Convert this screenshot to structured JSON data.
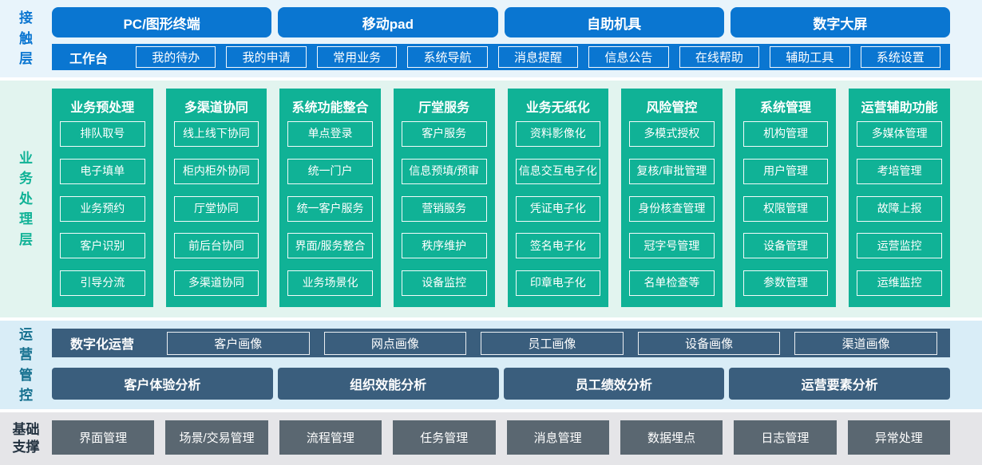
{
  "colors": {
    "accent_blue": "#0a76d1",
    "green": "#10b296",
    "dark_blue": "#3a5e7d",
    "slate_gray": "#5a6771",
    "contact_bg": "#e8f4fb",
    "business_bg": "#e2f4ef",
    "ops_bg": "#d9edf7",
    "base_bg": "#e5e5e8"
  },
  "layers": {
    "contact": {
      "label": "接触层",
      "devices": [
        "PC/图形终端",
        "移动pad",
        "自助机具",
        "数字大屏"
      ],
      "workbench": {
        "label": "工作台",
        "items": [
          "我的待办",
          "我的申请",
          "常用业务",
          "系统导航",
          "消息提醒",
          "信息公告",
          "在线帮助",
          "辅助工具",
          "系统设置"
        ]
      }
    },
    "business": {
      "label": "业务处理层",
      "columns": [
        {
          "title": "业务预处理",
          "items": [
            "排队取号",
            "电子填单",
            "业务预约",
            "客户识别",
            "引导分流"
          ]
        },
        {
          "title": "多渠道协同",
          "items": [
            "线上线下协同",
            "柜内柜外协同",
            "厅堂协同",
            "前后台协同",
            "多渠道协同"
          ]
        },
        {
          "title": "系统功能整合",
          "items": [
            "单点登录",
            "统一门户",
            "统一客户服务",
            "界面/服务整合",
            "业务场景化"
          ]
        },
        {
          "title": "厅堂服务",
          "items": [
            "客户服务",
            "信息预填/预审",
            "营销服务",
            "秩序维护",
            "设备监控"
          ]
        },
        {
          "title": "业务无纸化",
          "items": [
            "资料影像化",
            "信息交互电子化",
            "凭证电子化",
            "签名电子化",
            "印章电子化"
          ]
        },
        {
          "title": "风险管控",
          "items": [
            "多模式授权",
            "复核/审批管理",
            "身份核查管理",
            "冠字号管理",
            "名单检查等"
          ]
        },
        {
          "title": "系统管理",
          "items": [
            "机构管理",
            "用户管理",
            "权限管理",
            "设备管理",
            "参数管理"
          ]
        },
        {
          "title": "运营辅助功能",
          "items": [
            "多媒体管理",
            "考培管理",
            "故障上报",
            "运营监控",
            "运维监控"
          ]
        }
      ]
    },
    "ops": {
      "label": "运营管控",
      "digital": {
        "label": "数字化运营",
        "items": [
          "客户画像",
          "网点画像",
          "员工画像",
          "设备画像",
          "渠道画像"
        ]
      },
      "analysis": [
        "客户体验分析",
        "组织效能分析",
        "员工绩效分析",
        "运营要素分析"
      ]
    },
    "base": {
      "label": "基础支撑",
      "items": [
        "界面管理",
        "场景/交易管理",
        "流程管理",
        "任务管理",
        "消息管理",
        "数据埋点",
        "日志管理",
        "异常处理"
      ]
    }
  }
}
